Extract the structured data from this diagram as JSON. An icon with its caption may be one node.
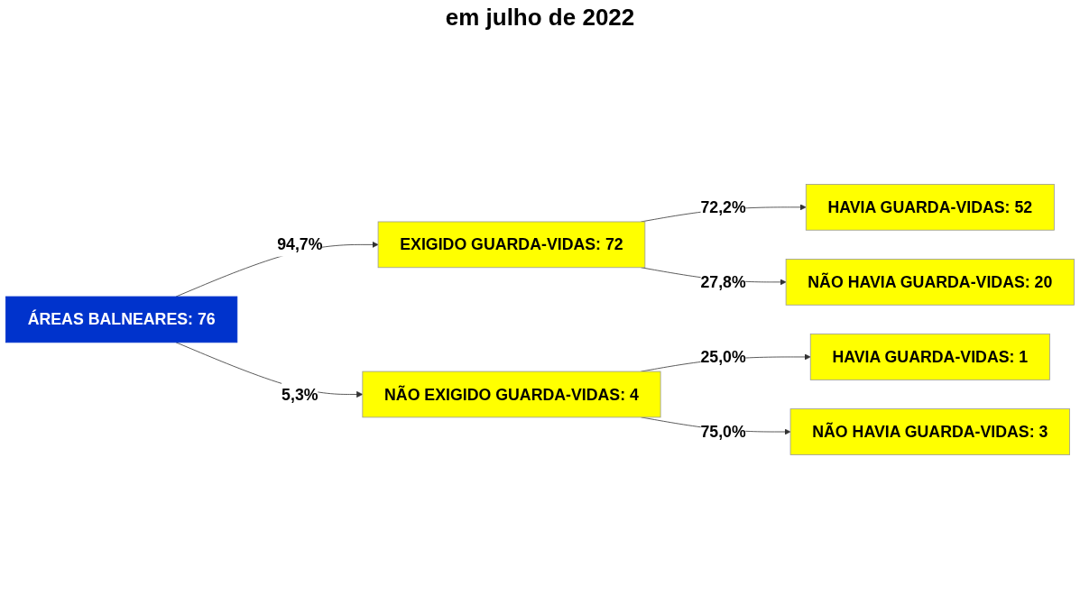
{
  "diagram": {
    "title": "em julho de 2022",
    "nodes": [
      {
        "text": [
          "ÁREAS BALNEARES: 76"
        ]
      },
      {
        "text": [
          "EXIGIDO GUARDA-VIDAS: 72"
        ]
      },
      {
        "text": [
          "NÃO EXIGIDO GUARDA-VIDAS: 4"
        ]
      },
      {
        "text": [
          "HAVIA GUARDA-VIDAS: 52"
        ]
      },
      {
        "text": [
          "NÃO HAVIA GUARDA-VIDAS: 20"
        ]
      },
      {
        "text": [
          "HAVIA GUARDA-VIDAS: 1"
        ]
      },
      {
        "text": [
          "NÃO HAVIA GUARDA-VIDAS: 3"
        ]
      }
    ],
    "edges": [
      {
        "from": 0,
        "to": 1,
        "arrow": "to",
        "label": "94,7%"
      },
      {
        "from": 0,
        "to": 2,
        "arrow": "to",
        "label": "5,3%"
      },
      {
        "from": 1,
        "to": 3,
        "arrow": "to",
        "label": "72,2%"
      },
      {
        "from": 1,
        "to": 4,
        "arrow": "to",
        "label": "27,8%"
      },
      {
        "from": 2,
        "to": 5,
        "arrow": "to",
        "label": "25,0%"
      },
      {
        "from": 2,
        "to": 6,
        "arrow": "to",
        "label": "75,0%"
      }
    ]
  }
}
